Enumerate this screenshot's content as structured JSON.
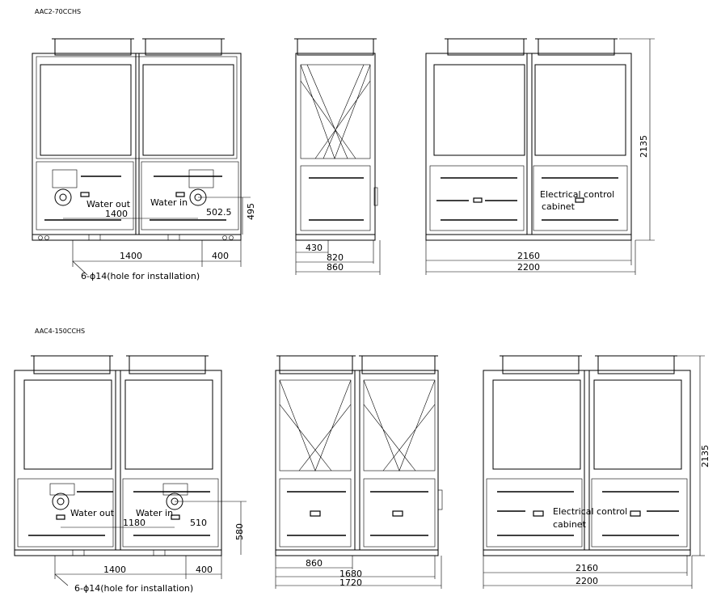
{
  "top_unit": {
    "model": "AAC2-70CCHS",
    "front": {
      "water_out": "Water out",
      "water_in": "Water in",
      "dim_1400_inner": "1400",
      "dim_502_5": "502.5",
      "dim_495": "495",
      "dim_1400": "1400",
      "dim_400": "400",
      "holes": "6-ϕ14(hole for installation)"
    },
    "side": {
      "dim_430": "430",
      "dim_820": "820",
      "dim_860": "860"
    },
    "back": {
      "electrical_1": "Electrical control",
      "electrical_2": "cabinet",
      "dim_2160": "2160",
      "dim_2200": "2200",
      "dim_2135": "2135"
    }
  },
  "bottom_unit": {
    "model": "AAC4-150CCHS",
    "front": {
      "water_out": "Water out",
      "water_in": "Water in",
      "dim_1180": "1180",
      "dim_510": "510",
      "dim_580": "580",
      "dim_1400": "1400",
      "dim_400": "400",
      "holes": "6-ϕ14(hole for installation)"
    },
    "side": {
      "dim_860": "860",
      "dim_1680": "1680",
      "dim_1720": "1720"
    },
    "back": {
      "electrical_1": "Electrical control",
      "electrical_2": "cabinet",
      "dim_2160": "2160",
      "dim_2200": "2200",
      "dim_2135": "2135"
    }
  }
}
